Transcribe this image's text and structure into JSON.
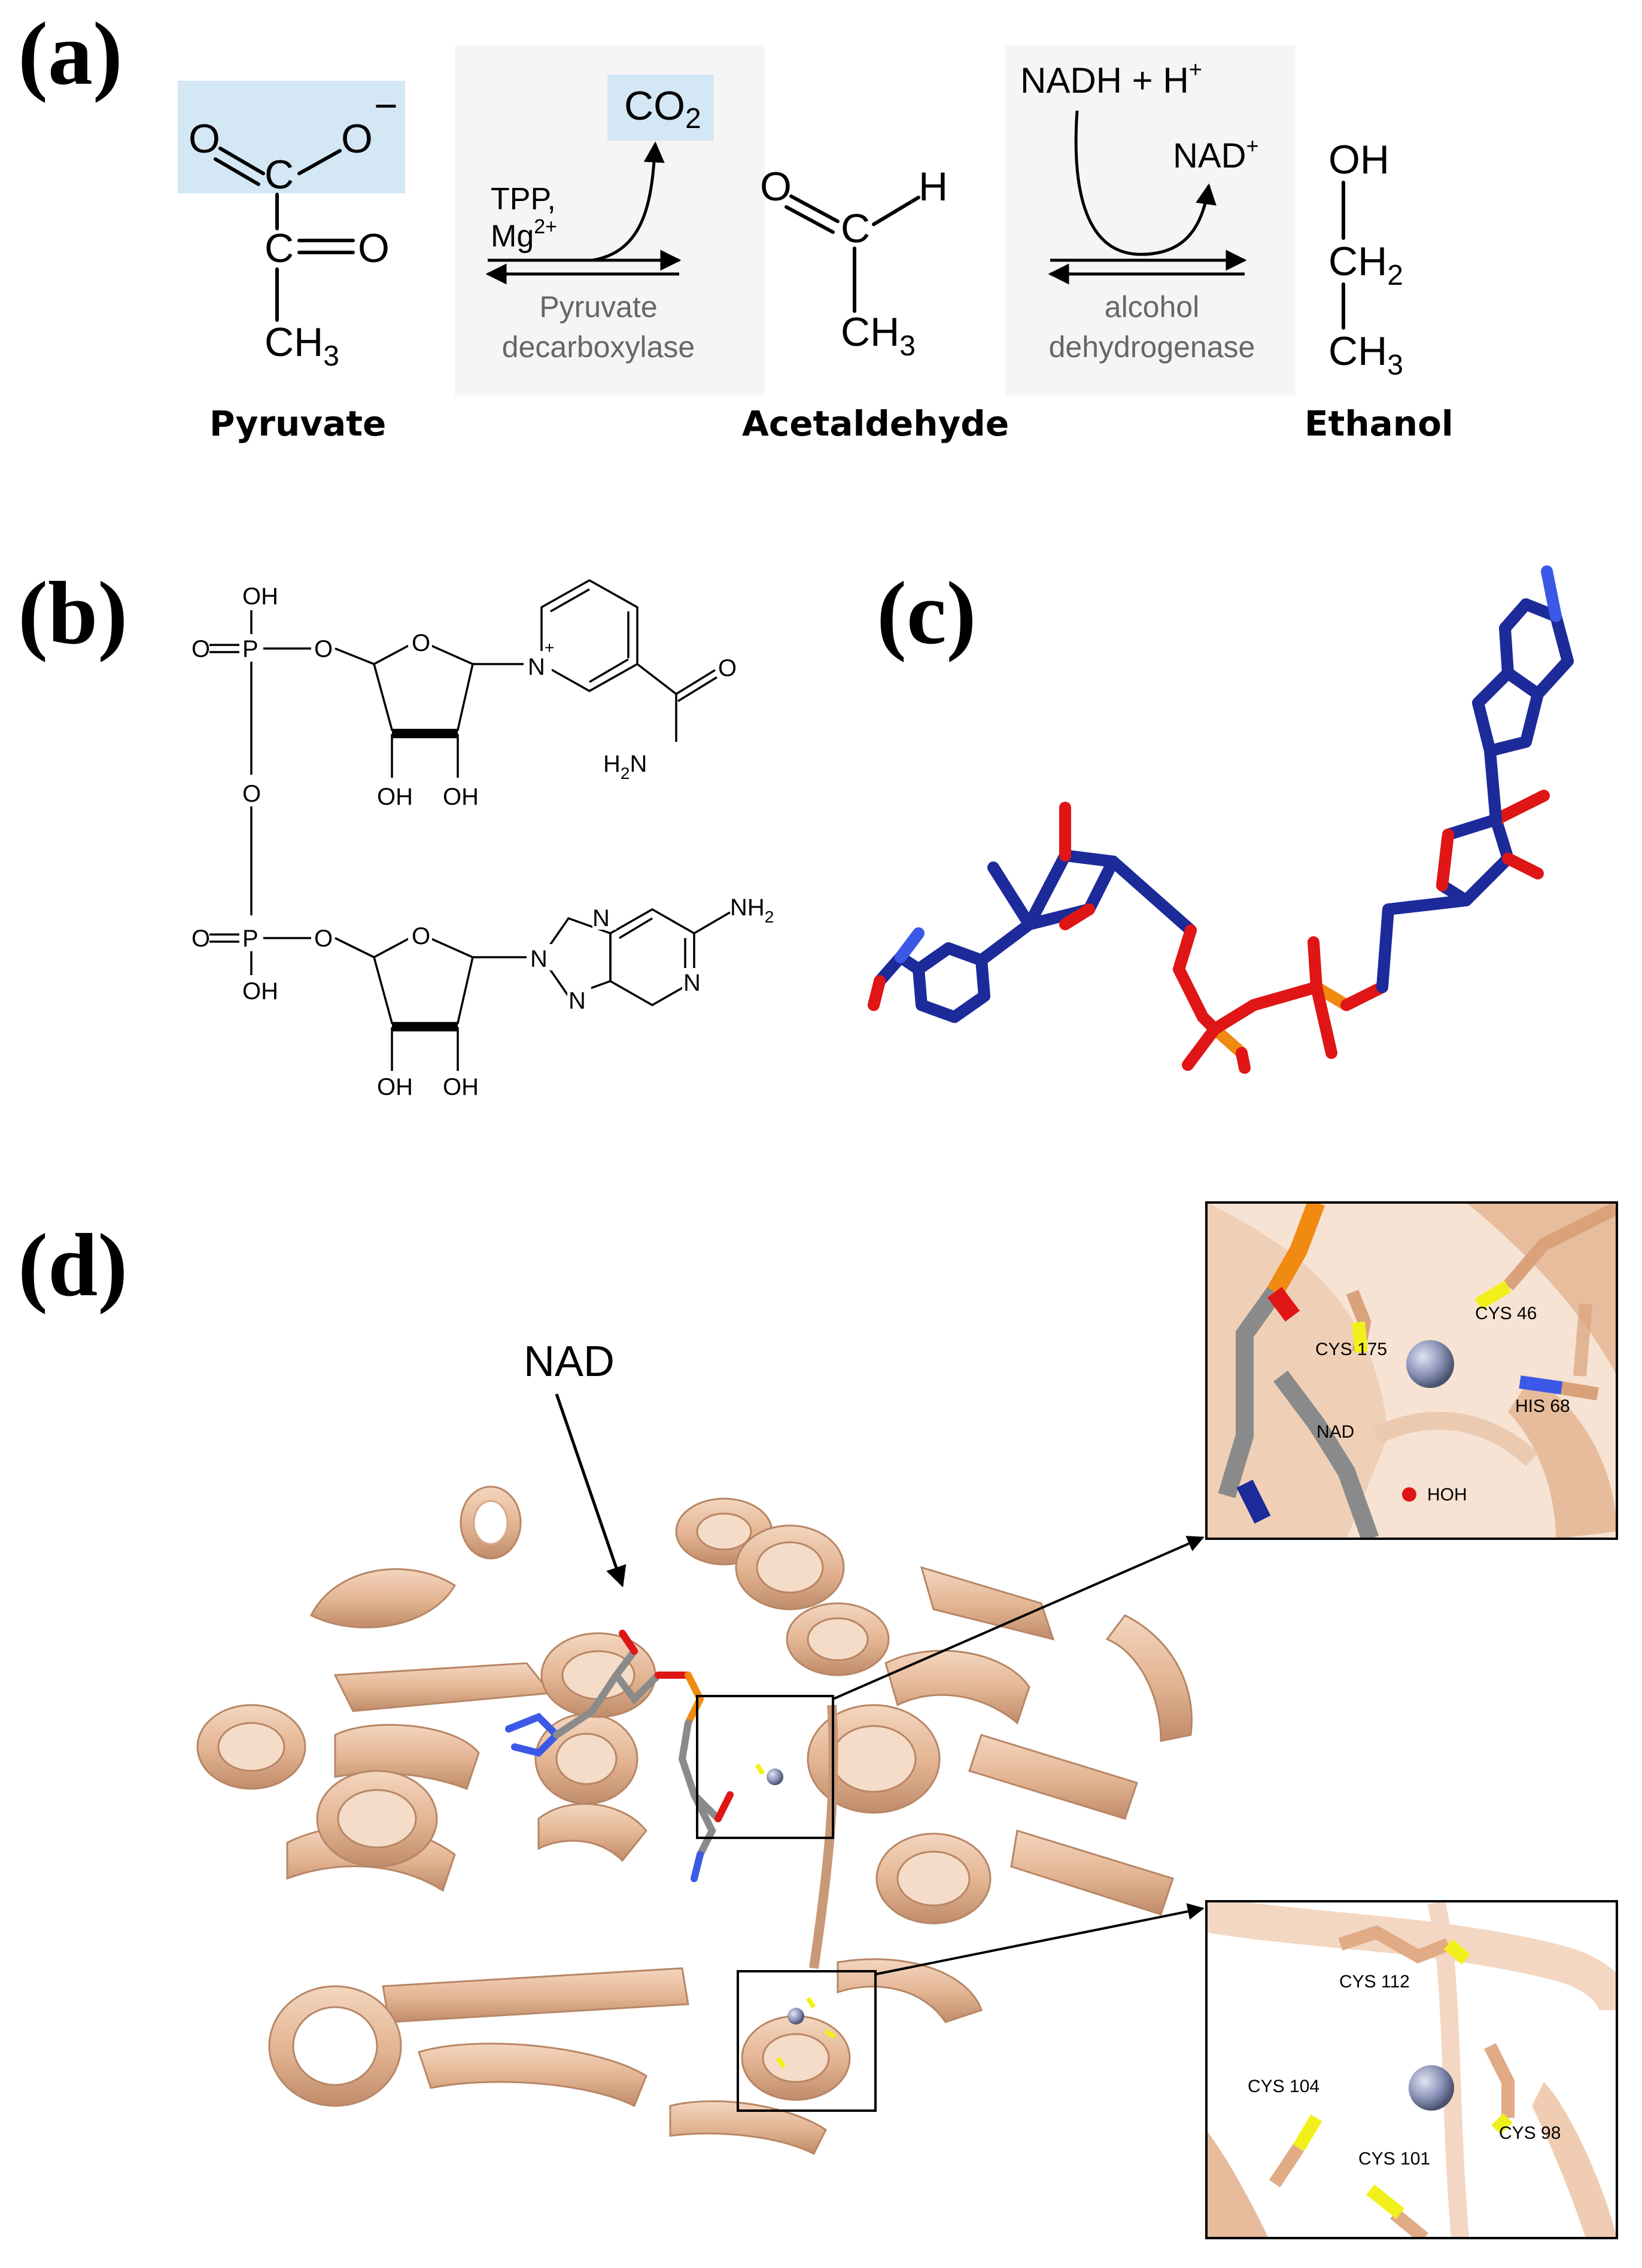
{
  "panels": {
    "a": {
      "label": "(a)"
    },
    "b": {
      "label": "(b)"
    },
    "c": {
      "label": "(c)"
    },
    "d": {
      "label": "(d)"
    }
  },
  "reaction": {
    "pyruvate": {
      "o_left": "O",
      "o_right": "O",
      "charge": "−",
      "c1": "C",
      "c2": "C",
      "o_keto": "O",
      "ch3": "CH",
      "ch3_sub": "3",
      "name": "Pyruvate"
    },
    "step1": {
      "cofactor1": "TPP,",
      "cofactor2": "Mg",
      "cofactor2_sup": "2+",
      "product": "CO",
      "product_sub": "2",
      "enzyme1": "Pyruvate",
      "enzyme2": "decarboxylase"
    },
    "acetaldehyde": {
      "o": "O",
      "c": "C",
      "h": "H",
      "ch3": "CH",
      "ch3_sub": "3",
      "name": "Acetaldehyde"
    },
    "step2": {
      "reactant": "NADH + H",
      "reactant_sup": "+",
      "product": "NAD",
      "product_sup": "+",
      "enzyme1": "alcohol",
      "enzyme2": "dehydrogenase"
    },
    "ethanol": {
      "oh": "OH",
      "ch2": "CH",
      "ch2_sub": "2",
      "ch3": "CH",
      "ch3_sub": "3",
      "name": "Ethanol"
    }
  },
  "nad_structure": {
    "oh_p1_top": "OH",
    "o_p1": "O",
    "p1": "P",
    "o_ester1": "O",
    "o_bridge": "O",
    "o_p2": "O",
    "p2": "P",
    "oh_p2_bottom": "OH",
    "o_ester2": "O",
    "o_ring1": "O",
    "n_plus": "N",
    "plus": "+",
    "oh_a": "OH",
    "oh_b": "OH",
    "amide_o": "O",
    "amide_n": "H",
    "amide_n_sub": "2",
    "amide_n_tail": "N",
    "o_ring2": "O",
    "n9": "N",
    "n7": "N",
    "n1": "N",
    "n3": "N",
    "nh2": "NH",
    "nh2_sub": "2",
    "oh_c": "OH",
    "oh_d": "OH"
  },
  "protein": {
    "nad_label": "NAD",
    "inset1": {
      "cys175": "CYS 175",
      "cys46": "CYS 46",
      "his68": "HIS 68",
      "nad": "NAD",
      "hoh": "HOH"
    },
    "inset2": {
      "cys112": "CYS 112",
      "cys104": "CYS 104",
      "cys98": "CYS 98",
      "cys101": "CYS 101"
    }
  },
  "colors": {
    "highlight": "#d3e7f5",
    "enzyme_box": "#f5f5f5",
    "protein": "#e7bd9e",
    "protein_dark": "#c99877",
    "carbon": "#8a8a8a",
    "nitrogen": "#1c2a9a",
    "oxygen": "#e01515",
    "phosphorus": "#f08a10",
    "sulfur": "#f2f01a",
    "zinc": "#8b93b8"
  }
}
